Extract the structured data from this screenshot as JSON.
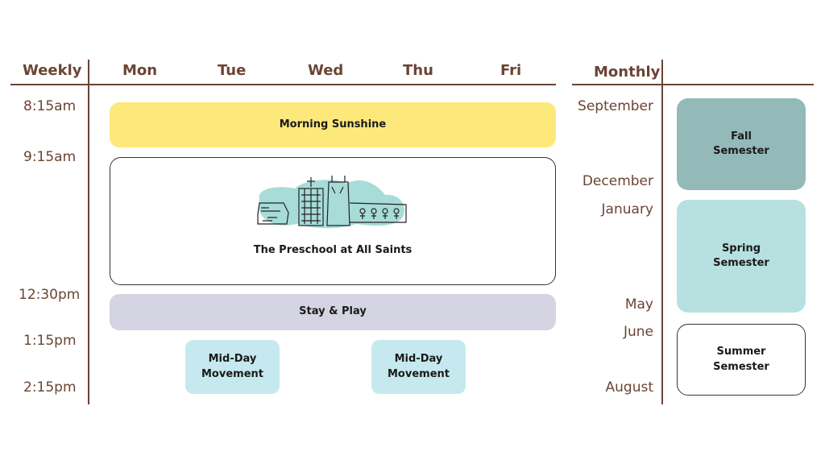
{
  "weekly": {
    "header": "Weekly",
    "days": [
      "Mon",
      "Tue",
      "Wed",
      "Thu",
      "Fri"
    ],
    "times": [
      "8:15am",
      "9:15am",
      "12:30pm",
      "1:15pm",
      "2:15pm"
    ],
    "blocks": {
      "morning": "Morning Sunshine",
      "preschool": "The Preschool at All Saints",
      "stay_play": "Stay & Play",
      "midday_1": [
        "Mid-Day",
        "Movement"
      ],
      "midday_2": [
        "Mid-Day",
        "Movement"
      ]
    }
  },
  "monthly": {
    "header": "Monthly",
    "months": [
      "September",
      "December",
      "January",
      "May",
      "June",
      "August"
    ],
    "semesters": {
      "fall": [
        "Fall",
        "Semester"
      ],
      "spring": [
        "Spring",
        "Semester"
      ],
      "summer": [
        "Summer",
        "Semester"
      ]
    }
  },
  "colors": {
    "brown": "#6b4433",
    "morning": "#fde87c",
    "stay_play": "#d4d4e2",
    "midday": "#c5e9ee",
    "fall": "#94b9b9",
    "spring": "#b6e1e0",
    "logo_blob": "#a7dcd8"
  }
}
